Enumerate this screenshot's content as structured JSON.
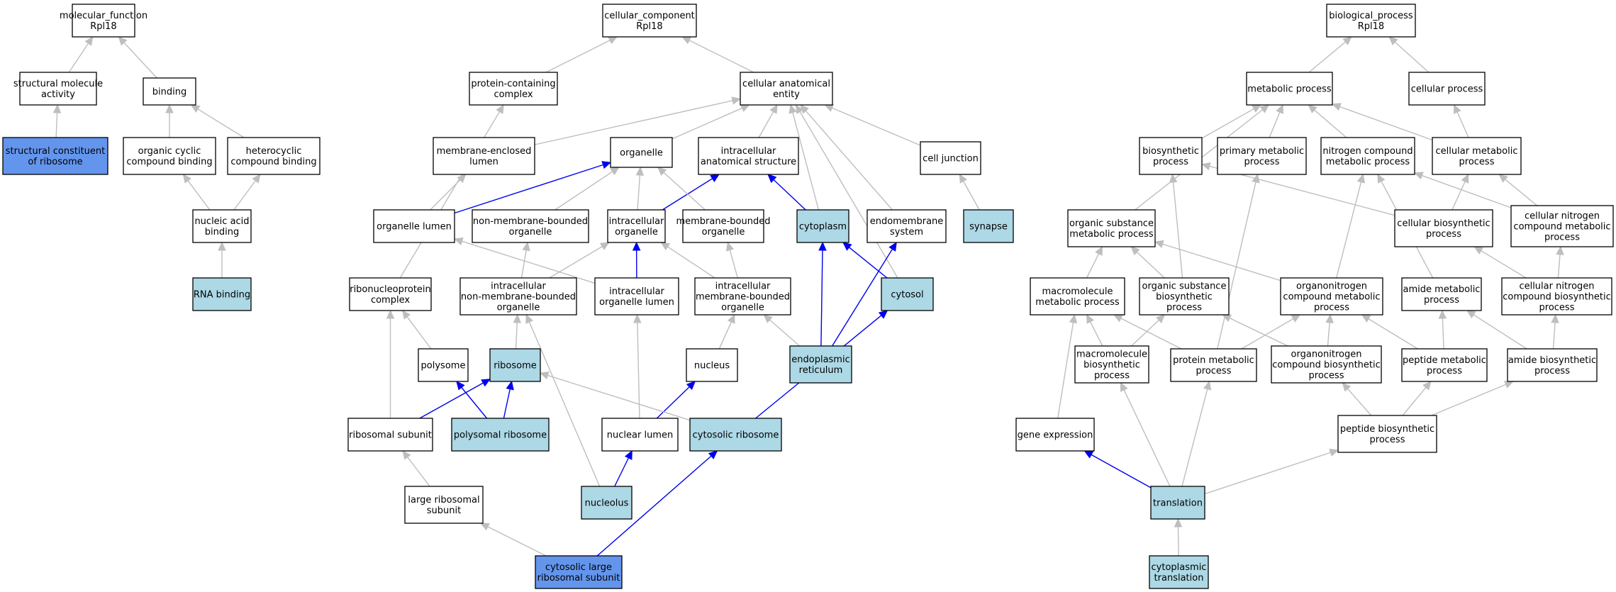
{
  "colors": {
    "background": "#ffffff",
    "plain_node": "#ffffff",
    "annotated_node": "#add8e6",
    "highlighted_node": "#6495ed",
    "grey_edge": "#bebebe",
    "blue_edge": "#0000ee"
  },
  "nodes": [
    {
      "id": "mf",
      "lines": [
        "molecular_function",
        "Rpl18"
      ],
      "style": "plain"
    },
    {
      "id": "sma",
      "lines": [
        "structural molecule",
        "activity"
      ],
      "style": "plain"
    },
    {
      "id": "binding",
      "lines": [
        "binding"
      ],
      "style": "plain"
    },
    {
      "id": "scr",
      "lines": [
        "structural constituent",
        "of ribosome"
      ],
      "style": "highlight"
    },
    {
      "id": "occb",
      "lines": [
        "organic cyclic",
        "compound binding"
      ],
      "style": "plain"
    },
    {
      "id": "hcb",
      "lines": [
        "heterocyclic",
        "compound binding"
      ],
      "style": "plain"
    },
    {
      "id": "nab",
      "lines": [
        "nucleic acid",
        "binding"
      ],
      "style": "plain"
    },
    {
      "id": "rnab",
      "lines": [
        "RNA binding"
      ],
      "style": "annotated"
    },
    {
      "id": "cc",
      "lines": [
        "cellular_component",
        "Rpl18"
      ],
      "style": "plain"
    },
    {
      "id": "pcc",
      "lines": [
        "protein-containing",
        "complex"
      ],
      "style": "plain"
    },
    {
      "id": "cae",
      "lines": [
        "cellular anatomical",
        "entity"
      ],
      "style": "plain"
    },
    {
      "id": "mel",
      "lines": [
        "membrane-enclosed",
        "lumen"
      ],
      "style": "plain"
    },
    {
      "id": "organelle",
      "lines": [
        "organelle"
      ],
      "style": "plain"
    },
    {
      "id": "ias",
      "lines": [
        "intracellular",
        "anatomical structure"
      ],
      "style": "plain"
    },
    {
      "id": "cj",
      "lines": [
        "cell junction"
      ],
      "style": "plain"
    },
    {
      "id": "ol",
      "lines": [
        "organelle lumen"
      ],
      "style": "plain"
    },
    {
      "id": "nmbo",
      "lines": [
        "non-membrane-bounded",
        "organelle"
      ],
      "style": "plain"
    },
    {
      "id": "io",
      "lines": [
        "intracellular",
        "organelle"
      ],
      "style": "plain"
    },
    {
      "id": "mbo",
      "lines": [
        "membrane-bounded",
        "organelle"
      ],
      "style": "plain"
    },
    {
      "id": "cytoplasm",
      "lines": [
        "cytoplasm"
      ],
      "style": "annotated"
    },
    {
      "id": "endosys",
      "lines": [
        "endomembrane",
        "system"
      ],
      "style": "plain"
    },
    {
      "id": "synapse",
      "lines": [
        "synapse"
      ],
      "style": "annotated"
    },
    {
      "id": "rnp",
      "lines": [
        "ribonucleoprotein",
        "complex"
      ],
      "style": "plain"
    },
    {
      "id": "inmbo",
      "lines": [
        "intracellular",
        "non-membrane-bounded",
        "organelle"
      ],
      "style": "plain"
    },
    {
      "id": "iol",
      "lines": [
        "intracellular",
        "organelle lumen"
      ],
      "style": "plain"
    },
    {
      "id": "imbo",
      "lines": [
        "intracellular",
        "membrane-bounded",
        "organelle"
      ],
      "style": "plain"
    },
    {
      "id": "cytosol",
      "lines": [
        "cytosol"
      ],
      "style": "annotated"
    },
    {
      "id": "polysome",
      "lines": [
        "polysome"
      ],
      "style": "plain"
    },
    {
      "id": "ribosome",
      "lines": [
        "ribosome"
      ],
      "style": "annotated"
    },
    {
      "id": "nucleus",
      "lines": [
        "nucleus"
      ],
      "style": "plain"
    },
    {
      "id": "er",
      "lines": [
        "endoplasmic",
        "reticulum"
      ],
      "style": "annotated"
    },
    {
      "id": "rsu",
      "lines": [
        "ribosomal subunit"
      ],
      "style": "plain"
    },
    {
      "id": "prib",
      "lines": [
        "polysomal ribosome"
      ],
      "style": "annotated"
    },
    {
      "id": "nl",
      "lines": [
        "nuclear lumen"
      ],
      "style": "plain"
    },
    {
      "id": "crib",
      "lines": [
        "cytosolic ribosome"
      ],
      "style": "annotated"
    },
    {
      "id": "lrsu",
      "lines": [
        "large ribosomal",
        "subunit"
      ],
      "style": "plain"
    },
    {
      "id": "nucleolus",
      "lines": [
        "nucleolus"
      ],
      "style": "annotated"
    },
    {
      "id": "clrsu",
      "lines": [
        "cytosolic large",
        "ribosomal subunit"
      ],
      "style": "highlight"
    },
    {
      "id": "bp",
      "lines": [
        "biological_process",
        "Rpl18"
      ],
      "style": "plain"
    },
    {
      "id": "mp",
      "lines": [
        "metabolic process"
      ],
      "style": "plain"
    },
    {
      "id": "cp",
      "lines": [
        "cellular process"
      ],
      "style": "plain"
    },
    {
      "id": "bsp",
      "lines": [
        "biosynthetic",
        "process"
      ],
      "style": "plain"
    },
    {
      "id": "pmp",
      "lines": [
        "primary metabolic",
        "process"
      ],
      "style": "plain"
    },
    {
      "id": "ncmp",
      "lines": [
        "nitrogen compound",
        "metabolic process"
      ],
      "style": "plain"
    },
    {
      "id": "cmp",
      "lines": [
        "cellular metabolic",
        "process"
      ],
      "style": "plain"
    },
    {
      "id": "osmp",
      "lines": [
        "organic substance",
        "metabolic process"
      ],
      "style": "plain"
    },
    {
      "id": "cbp",
      "lines": [
        "cellular biosynthetic",
        "process"
      ],
      "style": "plain"
    },
    {
      "id": "cncmp",
      "lines": [
        "cellular nitrogen",
        "compound metabolic",
        "process"
      ],
      "style": "plain"
    },
    {
      "id": "macmp",
      "lines": [
        "macromolecule",
        "metabolic process"
      ],
      "style": "plain"
    },
    {
      "id": "osbp",
      "lines": [
        "organic substance",
        "biosynthetic",
        "process"
      ],
      "style": "plain"
    },
    {
      "id": "oncmp",
      "lines": [
        "organonitrogen",
        "compound metabolic",
        "process"
      ],
      "style": "plain"
    },
    {
      "id": "amp",
      "lines": [
        "amide metabolic",
        "process"
      ],
      "style": "plain"
    },
    {
      "id": "cncbp",
      "lines": [
        "cellular nitrogen",
        "compound biosynthetic",
        "process"
      ],
      "style": "plain"
    },
    {
      "id": "macbp",
      "lines": [
        "macromolecule",
        "biosynthetic",
        "process"
      ],
      "style": "plain"
    },
    {
      "id": "protmp",
      "lines": [
        "protein metabolic",
        "process"
      ],
      "style": "plain"
    },
    {
      "id": "oncbp",
      "lines": [
        "organonitrogen",
        "compound biosynthetic",
        "process"
      ],
      "style": "plain"
    },
    {
      "id": "pepmp",
      "lines": [
        "peptide metabolic",
        "process"
      ],
      "style": "plain"
    },
    {
      "id": "abp",
      "lines": [
        "amide biosynthetic",
        "process"
      ],
      "style": "plain"
    },
    {
      "id": "ge",
      "lines": [
        "gene expression"
      ],
      "style": "plain"
    },
    {
      "id": "pepbp",
      "lines": [
        "peptide biosynthetic",
        "process"
      ],
      "style": "plain"
    },
    {
      "id": "translation",
      "lines": [
        "translation"
      ],
      "style": "annotated"
    },
    {
      "id": "ctrans",
      "lines": [
        "cytoplasmic",
        "translation"
      ],
      "style": "annotated"
    }
  ],
  "edges": [
    [
      "sma",
      "mf",
      "grey"
    ],
    [
      "binding",
      "mf",
      "grey"
    ],
    [
      "scr",
      "sma",
      "grey"
    ],
    [
      "occb",
      "binding",
      "grey"
    ],
    [
      "hcb",
      "binding",
      "grey"
    ],
    [
      "nab",
      "occb",
      "grey"
    ],
    [
      "nab",
      "hcb",
      "grey"
    ],
    [
      "rnab",
      "nab",
      "grey"
    ],
    [
      "pcc",
      "cc",
      "grey"
    ],
    [
      "cae",
      "cc",
      "grey"
    ],
    [
      "mel",
      "cae",
      "grey"
    ],
    [
      "organelle",
      "cae",
      "grey"
    ],
    [
      "ias",
      "cae",
      "grey"
    ],
    [
      "cj",
      "cae",
      "grey"
    ],
    [
      "cytoplasm",
      "cae",
      "grey"
    ],
    [
      "endosys",
      "cae",
      "grey"
    ],
    [
      "cytosol",
      "cae",
      "grey"
    ],
    [
      "ol",
      "mel",
      "grey"
    ],
    [
      "ol",
      "organelle",
      "blue"
    ],
    [
      "nmbo",
      "organelle",
      "grey"
    ],
    [
      "io",
      "organelle",
      "grey"
    ],
    [
      "io",
      "ias",
      "blue"
    ],
    [
      "mbo",
      "organelle",
      "grey"
    ],
    [
      "cytoplasm",
      "ias",
      "blue"
    ],
    [
      "synapse",
      "cj",
      "grey"
    ],
    [
      "rnp",
      "pcc",
      "grey"
    ],
    [
      "inmbo",
      "nmbo",
      "grey"
    ],
    [
      "inmbo",
      "io",
      "grey"
    ],
    [
      "iol",
      "ol",
      "grey"
    ],
    [
      "iol",
      "io",
      "blue"
    ],
    [
      "imbo",
      "io",
      "grey"
    ],
    [
      "imbo",
      "mbo",
      "grey"
    ],
    [
      "cytosol",
      "cytoplasm",
      "blue"
    ],
    [
      "er",
      "imbo",
      "grey"
    ],
    [
      "er",
      "cytoplasm",
      "blue"
    ],
    [
      "er",
      "endosys",
      "blue"
    ],
    [
      "polysome",
      "rnp",
      "grey"
    ],
    [
      "ribosome",
      "inmbo",
      "grey"
    ],
    [
      "nucleus",
      "imbo",
      "grey"
    ],
    [
      "rsu",
      "rnp",
      "grey"
    ],
    [
      "rsu",
      "ribosome",
      "blue"
    ],
    [
      "prib",
      "ribosome",
      "blue"
    ],
    [
      "prib",
      "polysome",
      "blue"
    ],
    [
      "nl",
      "iol",
      "grey"
    ],
    [
      "nl",
      "nucleus",
      "blue"
    ],
    [
      "crib",
      "ribosome",
      "grey"
    ],
    [
      "crib",
      "cytosol",
      "blue"
    ],
    [
      "lrsu",
      "rsu",
      "grey"
    ],
    [
      "nucleolus",
      "inmbo",
      "grey"
    ],
    [
      "nucleolus",
      "nl",
      "blue"
    ],
    [
      "clrsu",
      "lrsu",
      "grey"
    ],
    [
      "clrsu",
      "crib",
      "blue"
    ],
    [
      "mp",
      "bp",
      "grey"
    ],
    [
      "cp",
      "bp",
      "grey"
    ],
    [
      "bsp",
      "mp",
      "grey"
    ],
    [
      "pmp",
      "mp",
      "grey"
    ],
    [
      "ncmp",
      "mp",
      "grey"
    ],
    [
      "cmp",
      "mp",
      "grey"
    ],
    [
      "cmp",
      "cp",
      "grey"
    ],
    [
      "osmp",
      "mp",
      "grey"
    ],
    [
      "cbp",
      "bsp",
      "grey"
    ],
    [
      "cbp",
      "cmp",
      "grey"
    ],
    [
      "cncmp",
      "ncmp",
      "grey"
    ],
    [
      "cncmp",
      "cmp",
      "grey"
    ],
    [
      "macmp",
      "osmp",
      "grey"
    ],
    [
      "osbp",
      "osmp",
      "grey"
    ],
    [
      "osbp",
      "bsp",
      "grey"
    ],
    [
      "oncmp",
      "osmp",
      "grey"
    ],
    [
      "oncmp",
      "ncmp",
      "grey"
    ],
    [
      "amp",
      "ncmp",
      "grey"
    ],
    [
      "cncbp",
      "cbp",
      "grey"
    ],
    [
      "cncbp",
      "cncmp",
      "grey"
    ],
    [
      "macbp",
      "macmp",
      "grey"
    ],
    [
      "macbp",
      "osbp",
      "grey"
    ],
    [
      "protmp",
      "macmp",
      "grey"
    ],
    [
      "protmp",
      "oncmp",
      "grey"
    ],
    [
      "protmp",
      "pmp",
      "grey"
    ],
    [
      "oncbp",
      "oncmp",
      "grey"
    ],
    [
      "oncbp",
      "osbp",
      "grey"
    ],
    [
      "pepmp",
      "oncmp",
      "grey"
    ],
    [
      "pepmp",
      "amp",
      "grey"
    ],
    [
      "abp",
      "amp",
      "grey"
    ],
    [
      "abp",
      "cncbp",
      "grey"
    ],
    [
      "ge",
      "macmp",
      "grey"
    ],
    [
      "pepbp",
      "oncbp",
      "grey"
    ],
    [
      "pepbp",
      "pepmp",
      "grey"
    ],
    [
      "pepbp",
      "abp",
      "grey"
    ],
    [
      "translation",
      "ge",
      "blue"
    ],
    [
      "translation",
      "macbp",
      "grey"
    ],
    [
      "translation",
      "protmp",
      "grey"
    ],
    [
      "translation",
      "pepbp",
      "grey"
    ],
    [
      "ctrans",
      "translation",
      "grey"
    ]
  ]
}
